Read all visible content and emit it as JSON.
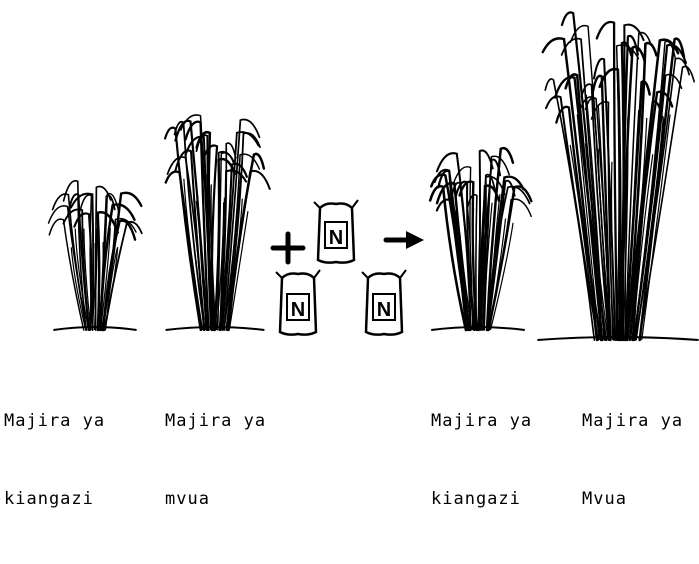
{
  "labels": {
    "plant1": {
      "line1": "Majira ya",
      "line2": "kiangazi"
    },
    "plant2": {
      "line1": "Majira ya",
      "line2": "mvua"
    },
    "plant3": {
      "line1": "Majira ya",
      "line2": "kiangazi"
    },
    "plant4": {
      "line1": "Majira ya",
      "line2": "Mvua"
    }
  },
  "fertilizer": {
    "bag_letter": "N"
  },
  "colors": {
    "ink": "#000000",
    "paper": "#ffffff"
  }
}
